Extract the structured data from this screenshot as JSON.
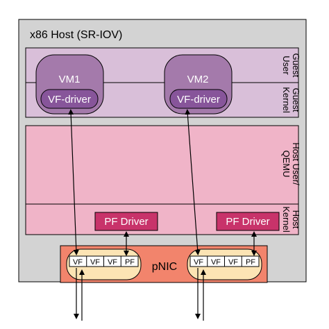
{
  "host": {
    "title": "x86 Host (SR-IOV)"
  },
  "layers": {
    "guest_user": {
      "line1": "Guest",
      "line2": "User"
    },
    "guest_kernel": {
      "line1": "Guest",
      "line2": "Kernel"
    },
    "host_user_qemu": {
      "line1": "Host User/",
      "line2": "QEMU"
    },
    "host_kernel": {
      "line1": "Host",
      "line2": "Kernel"
    }
  },
  "vms": [
    {
      "name": "VM1",
      "driver": "VF-driver"
    },
    {
      "name": "VM2",
      "driver": "VF-driver"
    }
  ],
  "pf_drivers": [
    {
      "label": "PF Driver"
    },
    {
      "label": "PF Driver"
    }
  ],
  "pnic": {
    "label": "pNIC",
    "groups": [
      {
        "functions": [
          "VF",
          "VF",
          "VF",
          "PF"
        ]
      },
      {
        "functions": [
          "VF",
          "VF",
          "VF",
          "PF"
        ]
      }
    ]
  },
  "colors": {
    "host_bg": "#d3d3d3",
    "guest_bg": "#d9bfd9",
    "host_user_bg": "#f0b4c8",
    "vm_fill": "#a47aab",
    "vf_driver_fill": "#87559a",
    "pf_driver_fill": "#c8336a",
    "pnic_fill": "#f2846c",
    "port_group_fill": "#fce4b4"
  }
}
